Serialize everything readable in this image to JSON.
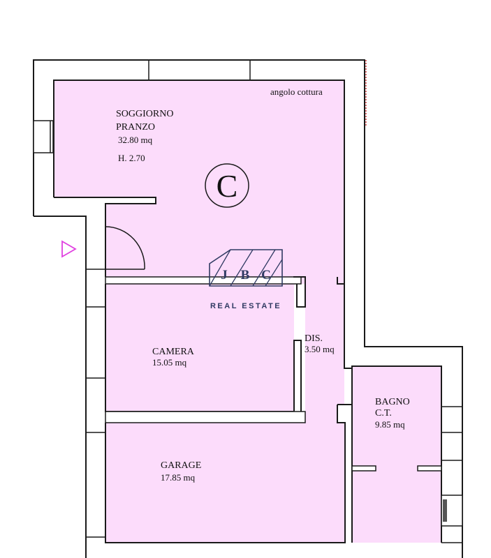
{
  "rooms": {
    "living": {
      "name_line1": "SOGGIORNO",
      "name_line2": "PRANZO",
      "area": "32.80 mq",
      "height": "H. 2.70"
    },
    "kitchenette": {
      "name": "angolo cottura"
    },
    "bedroom": {
      "name": "CAMERA",
      "area": "15.05 mq"
    },
    "hallway": {
      "name": "DIS.",
      "area": "3.50 mq"
    },
    "bathroom": {
      "name_line1": "BAGNO",
      "name_line2": "C.T.",
      "area": "9.85 mq"
    },
    "garage": {
      "name": "GARAGE",
      "area": "17.85 mq"
    }
  },
  "energy_class": "C",
  "logo": {
    "letter1": "J",
    "letter2": "B",
    "letter3": "C",
    "subtitle": "REAL ESTATE"
  },
  "entrance_icon": "triangle-arrow-icon",
  "colors": {
    "room_fill": "#fcdcfb",
    "wall": "#1a1a1a",
    "logo": "#2f3a62",
    "entrance": "#e040e0"
  }
}
